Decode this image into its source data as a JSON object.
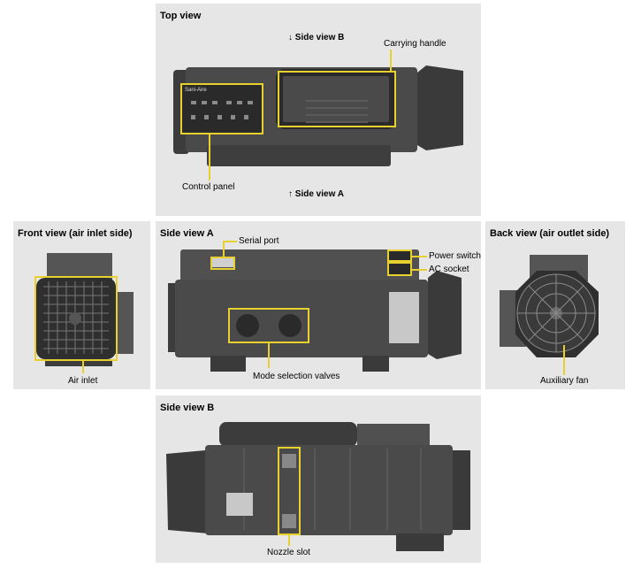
{
  "top_view": {
    "title": "Top view",
    "side_b_label": "↓ Side view B",
    "side_a_label": "↑ Side view A",
    "carrying_handle": "Carrying handle",
    "control_panel": "Control panel",
    "brand": "Sani-Aire"
  },
  "front_view": {
    "title": "Front view (air inlet side)",
    "air_inlet": "Air inlet"
  },
  "side_view_a": {
    "title": "Side view A",
    "serial_port": "Serial port",
    "power_switch": "Power switch",
    "ac_socket": "AC socket",
    "mode_valves": "Mode selection valves"
  },
  "back_view": {
    "title": "Back view (air outlet side)",
    "aux_fan": "Auxiliary fan"
  },
  "side_view_b": {
    "title": "Side view B",
    "nozzle_slot": "Nozzle slot"
  },
  "colors": {
    "panel_bg": "#e6e6e6",
    "highlight": "#e8d030",
    "device_body": "#4a4a4a"
  }
}
